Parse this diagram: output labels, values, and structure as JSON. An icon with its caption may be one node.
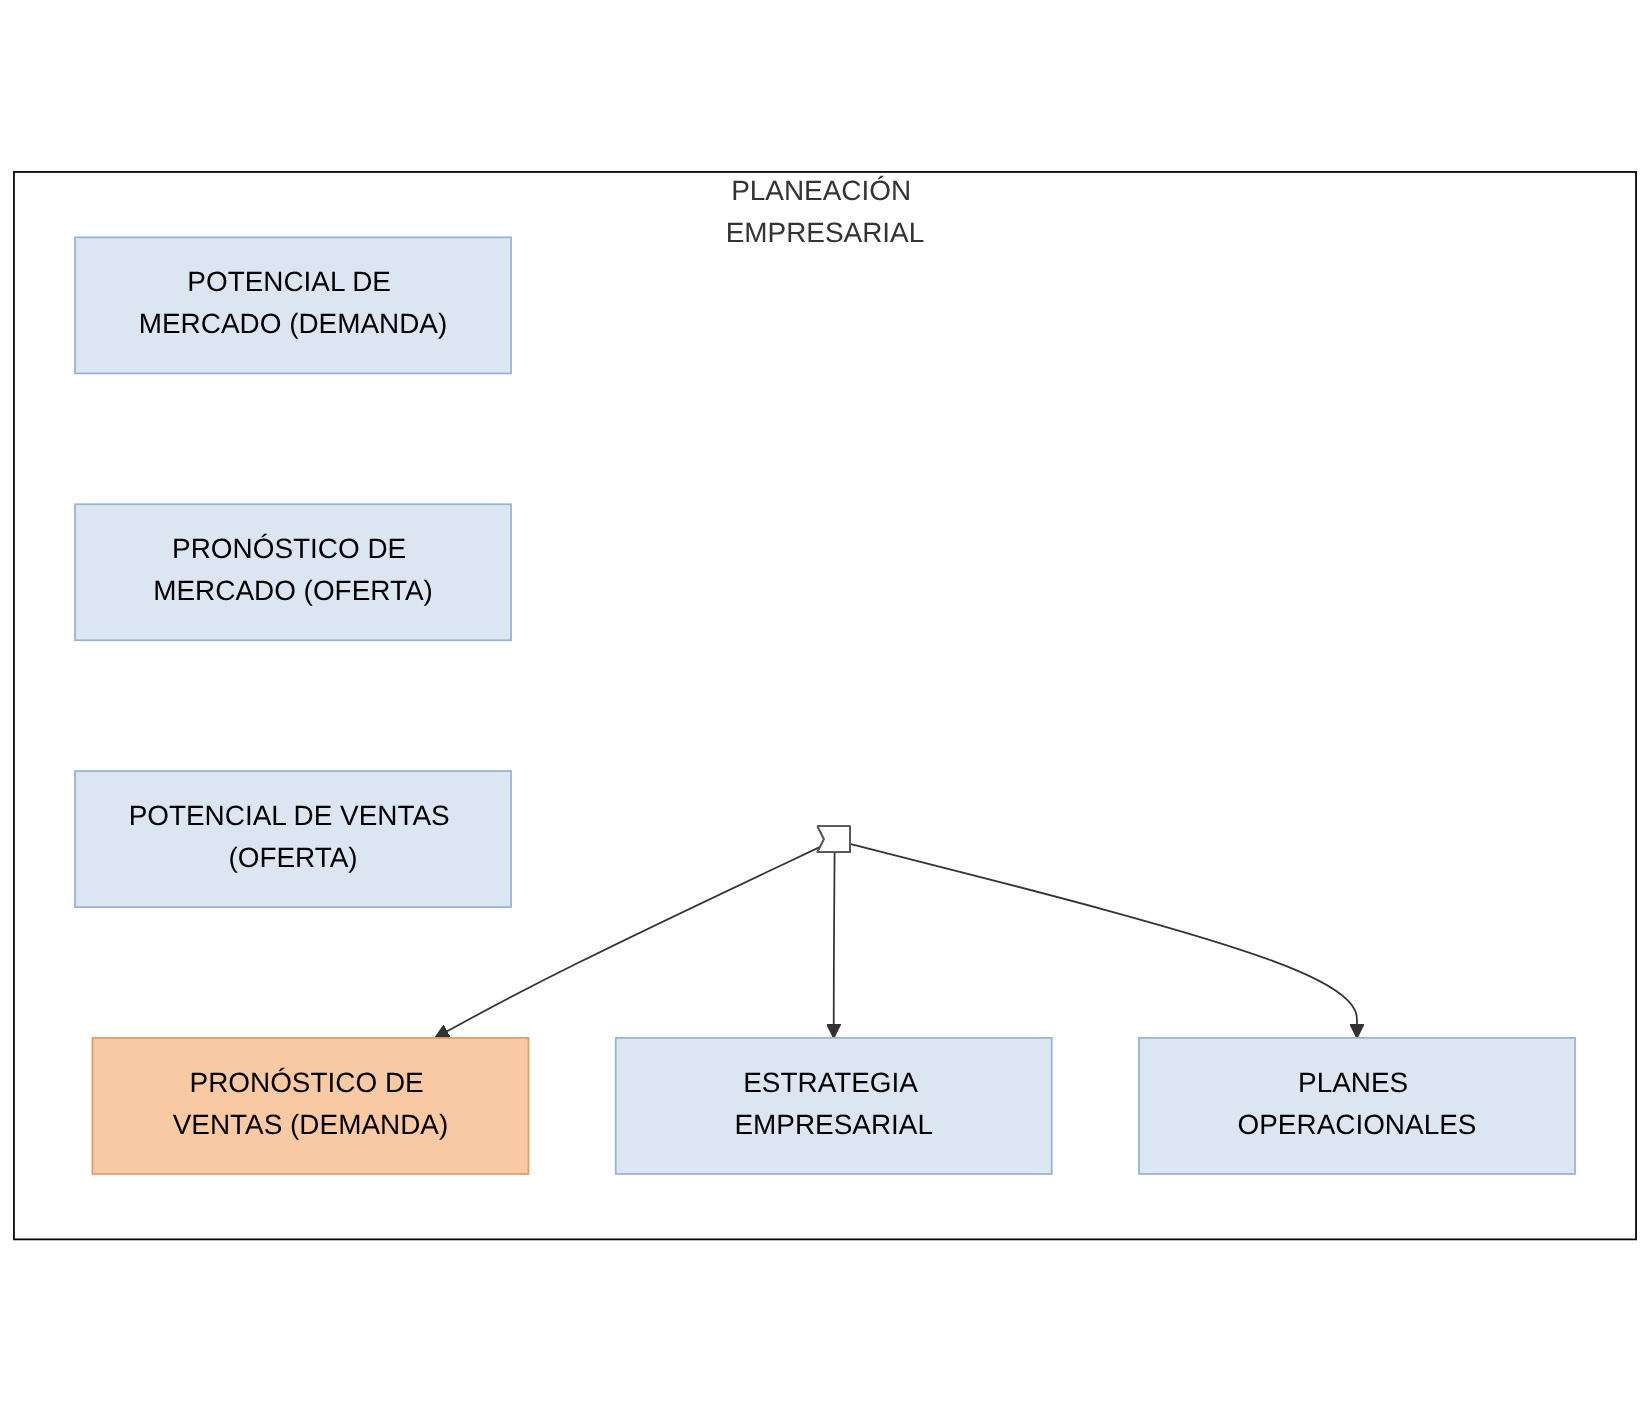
{
  "diagram": {
    "nodes": [
      {
        "text": [
          "PLANEACIÓN EMPRESARIAL"
        ]
      },
      {
        "text": [
          "POTENCIAL DE MERCADO (DEMANDA)"
        ],
        "in": 0
      },
      {
        "text": [
          "PRONÓSTICO DE MERCADO (OFERTA)"
        ],
        "in": 0
      },
      {
        "text": [
          "POTENCIAL DE VENTAS (OFERTA)"
        ],
        "in": 0
      },
      {
        "text": [
          "PRONÓSTICO DE VENTAS (DEMANDA)"
        ],
        "in": 0
      },
      {
        "text": [
          "ESTRATEGIA EMPRESARIAL"
        ],
        "in": 0
      },
      {
        "text": [],
        "shape": "arrow",
        "in": 0
      },
      {
        "text": [
          "PLANES OPERACIONALES"
        ],
        "in": 0
      }
    ],
    "edges": [
      {
        "from": 6,
        "to": 4,
        "arrow": "to"
      },
      {
        "from": 6,
        "to": 5,
        "arrow": "to"
      },
      {
        "from": 6,
        "to": 7,
        "arrow": "to"
      }
    ]
  }
}
